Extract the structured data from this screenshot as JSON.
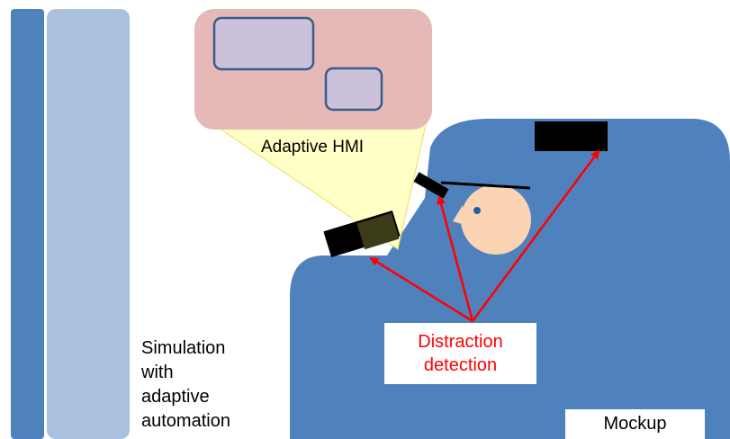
{
  "labels": {
    "simulation": [
      "Simulation",
      "with",
      "adaptive",
      "automation"
    ],
    "adaptive_hmi": "Adaptive HMI",
    "distraction": [
      "Distraction",
      "detection"
    ],
    "mockup": "Mockup"
  },
  "colors": {
    "dark_blue": "#4f81bd",
    "light_blue": "#a9c0df",
    "hmi_pink": "#e6b9b8",
    "hmi_window": "#ccc1da",
    "field_of_view": "#ffffc6",
    "arrow_red": "#ff0000",
    "face": "#fbd4b4"
  }
}
